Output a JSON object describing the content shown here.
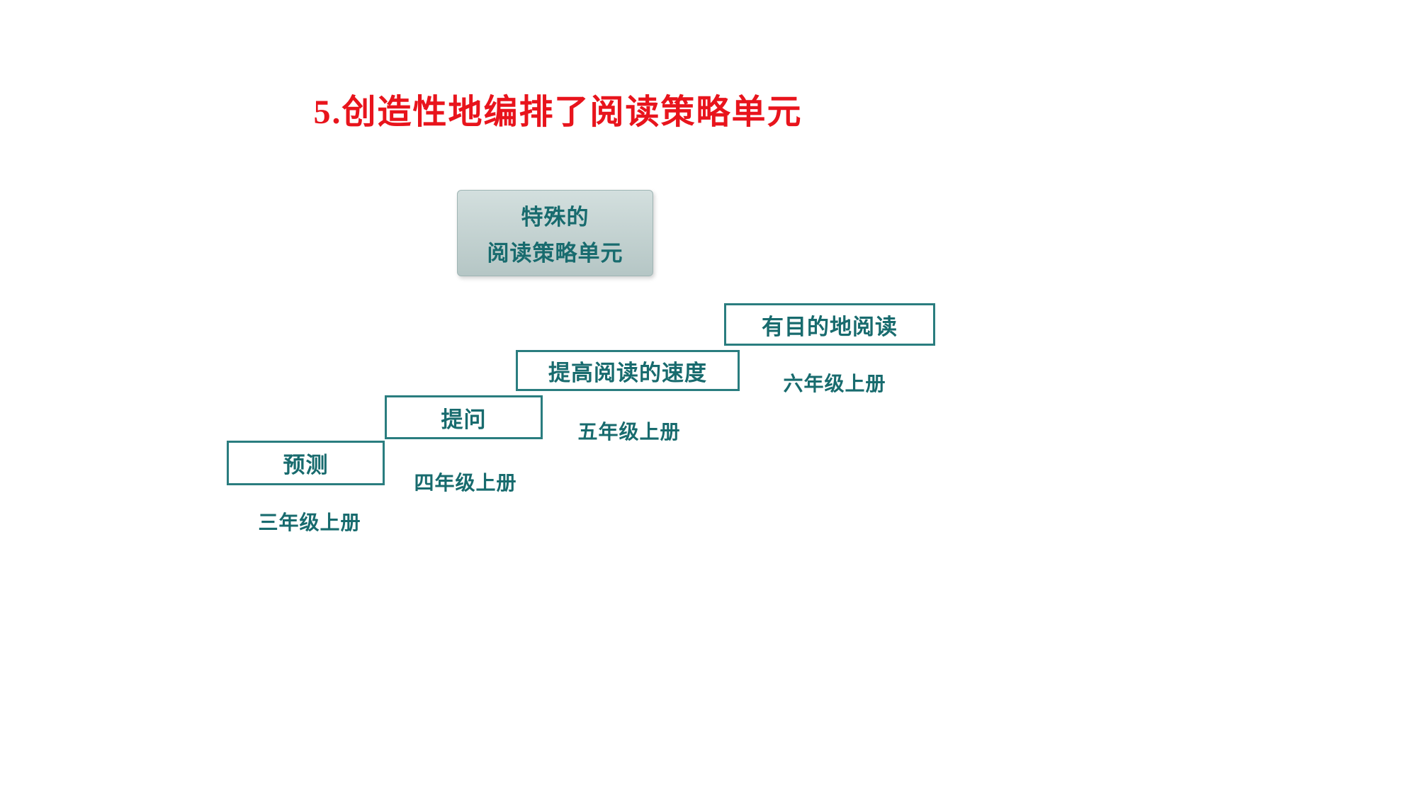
{
  "theme": {
    "title_color": "#e8141c",
    "accent_color": "#186b6e",
    "box_border_color": "#2a7d7f",
    "center_box_bg_top": "#d3dfde",
    "center_box_bg_bottom": "#b5c6c5"
  },
  "slide": {
    "title": "5.创造性地编排了阅读策略单元",
    "center_box": {
      "line1": "特殊的",
      "line2": "阅读策略单元"
    },
    "steps": [
      {
        "label": "预测",
        "grade": "三年级上册"
      },
      {
        "label": "提问",
        "grade": "四年级上册"
      },
      {
        "label": "提高阅读的速度",
        "grade": "五年级上册"
      },
      {
        "label": "有目的地阅读",
        "grade": "六年级上册"
      }
    ]
  }
}
